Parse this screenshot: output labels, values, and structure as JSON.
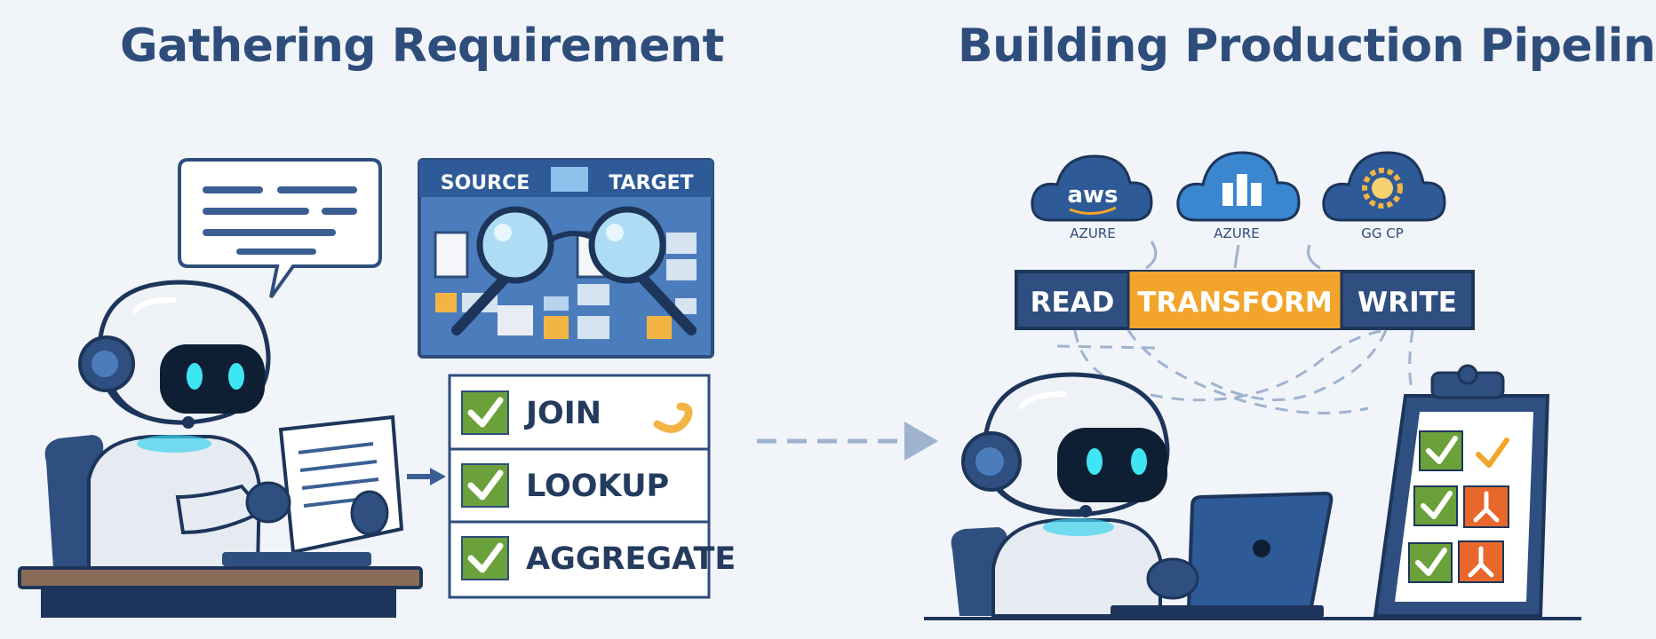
{
  "titles": {
    "left": "Gathering Requirement",
    "right": "Building Production Pipeline"
  },
  "mapping_table": {
    "source_label": "SOURCE",
    "target_label": "TARGET"
  },
  "checklist": [
    {
      "label": "JOIN",
      "checked": true
    },
    {
      "label": "LOOKUP",
      "checked": true
    },
    {
      "label": "AGGREGATE",
      "checked": true
    }
  ],
  "clouds": [
    {
      "logo": "aws",
      "label": "AZURE",
      "icon": "aws-cloud-icon"
    },
    {
      "logo": "",
      "label": "AZURE",
      "icon": "azure-cloud-icon"
    },
    {
      "logo": "",
      "label": "GG CP",
      "icon": "gcp-cloud-icon"
    }
  ],
  "pipeline": [
    {
      "label": "READ",
      "color": "#2e4f80"
    },
    {
      "label": "TRANSFORM",
      "color": "#f2a52a"
    },
    {
      "label": "WRITE",
      "color": "#2e4f80"
    }
  ],
  "colors": {
    "navy": "#2e4d7b",
    "accent_orange": "#f2a52a",
    "check_green": "#6aa13a",
    "robot_eye": "#3ee6f5",
    "background": "#f1f4f9"
  }
}
